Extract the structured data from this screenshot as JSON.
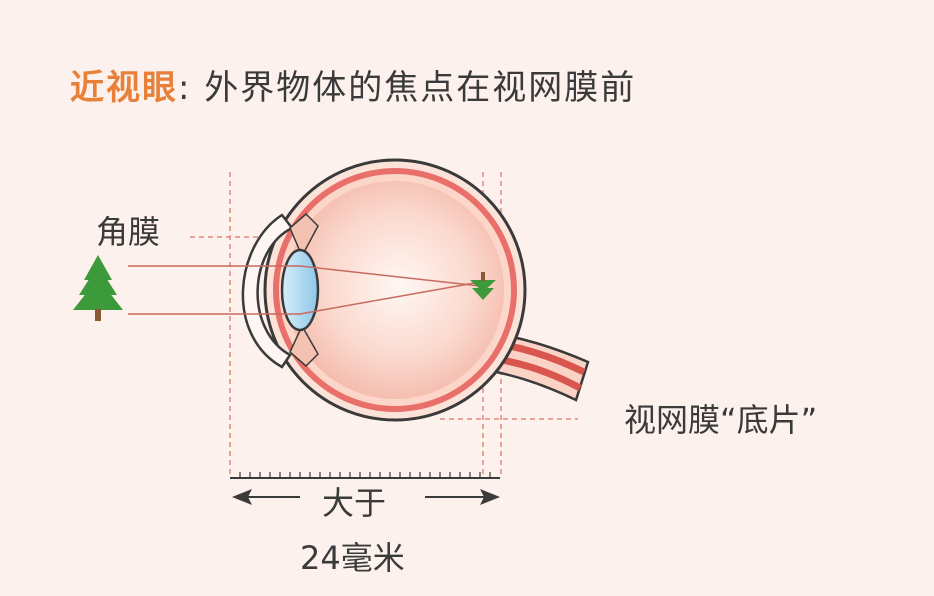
{
  "title": {
    "highlight": "近视眼",
    "separator": ":",
    "text": "外界物体的焦点在视网膜前"
  },
  "labels": {
    "cornea": "角膜",
    "retina": "视网膜“底片”",
    "length_top": "大于",
    "length_bottom": "24毫米"
  },
  "colors": {
    "background": "#fcf1ec",
    "highlight": "#e8803a",
    "text": "#3a3a3a",
    "eye_wall": "#d9564e",
    "tree_green": "#3c9a3a",
    "lens": "#a9d3ec",
    "guide_lines": "#e08a7a"
  }
}
